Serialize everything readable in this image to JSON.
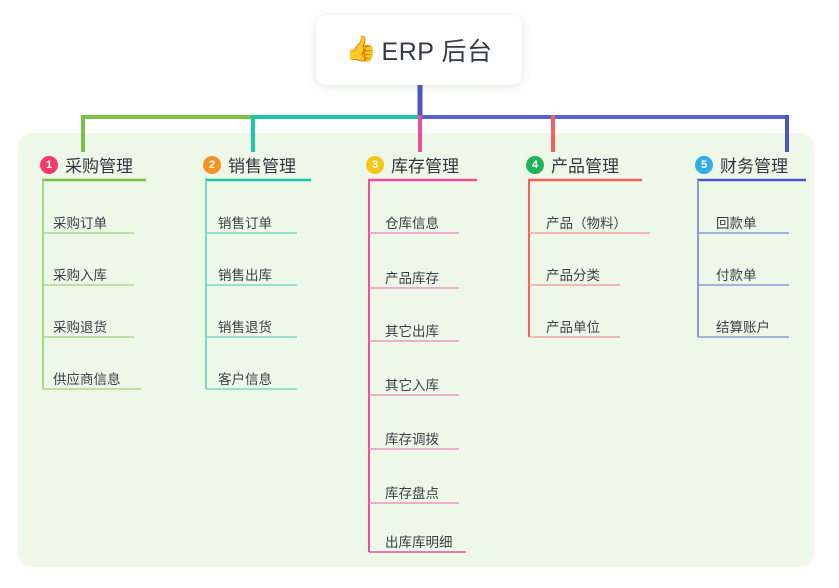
{
  "diagram": {
    "type": "mind-map",
    "title": "ERP 后台",
    "background_color": "#ffffff",
    "panel_color": "#eef8e9",
    "root": {
      "label": "ERP 后台",
      "icon": "thumbs-up-emoji",
      "emoji": "👍",
      "card_color": "#ffffff",
      "stem_color": "#4a56c4"
    },
    "bus": {
      "segments": [
        {
          "color": "#7ac143"
        },
        {
          "color": "#19c9a6"
        },
        {
          "color": "#5a5fd0"
        }
      ]
    },
    "branches": [
      {
        "index": "1",
        "number": "1",
        "label": "采购管理",
        "badge_color": "#f23b6c",
        "line_color": "#7ac143",
        "leaf_color": "#a7d98a",
        "items": [
          {
            "label": "采购订单"
          },
          {
            "label": "采购入库"
          },
          {
            "label": "采购退货"
          },
          {
            "label": "供应商信息"
          }
        ]
      },
      {
        "index": "2",
        "number": "2",
        "label": "销售管理",
        "badge_color": "#f59321",
        "line_color": "#19c9a6",
        "leaf_color": "#76d9c6",
        "items": [
          {
            "label": "销售订单"
          },
          {
            "label": "销售出库"
          },
          {
            "label": "销售退货"
          },
          {
            "label": "客户信息"
          }
        ]
      },
      {
        "index": "3",
        "number": "3",
        "label": "库存管理",
        "badge_color": "#f5c518",
        "line_color": "#ee4d9b",
        "leaf_color": "#f093c4",
        "items": [
          {
            "label": "仓库信息"
          },
          {
            "label": "产品库存"
          },
          {
            "label": "其它出库"
          },
          {
            "label": "其它入库"
          },
          {
            "label": "库存调拨"
          },
          {
            "label": "库存盘点"
          },
          {
            "label": "出库库明细"
          }
        ]
      },
      {
        "index": "4",
        "number": "4",
        "label": "产品管理",
        "badge_color": "#21b35a",
        "line_color": "#f4615c",
        "leaf_color": "#f5a19d",
        "items": [
          {
            "label": "产品（物料）"
          },
          {
            "label": "产品分类"
          },
          {
            "label": "产品单位"
          }
        ]
      },
      {
        "index": "5",
        "number": "5",
        "label": "财务管理",
        "badge_color": "#35ade2",
        "line_color": "#4a56c4",
        "leaf_color": "#8e9ada",
        "items": [
          {
            "label": "回款单"
          },
          {
            "label": "付款单"
          },
          {
            "label": "结算账户"
          }
        ]
      }
    ]
  }
}
